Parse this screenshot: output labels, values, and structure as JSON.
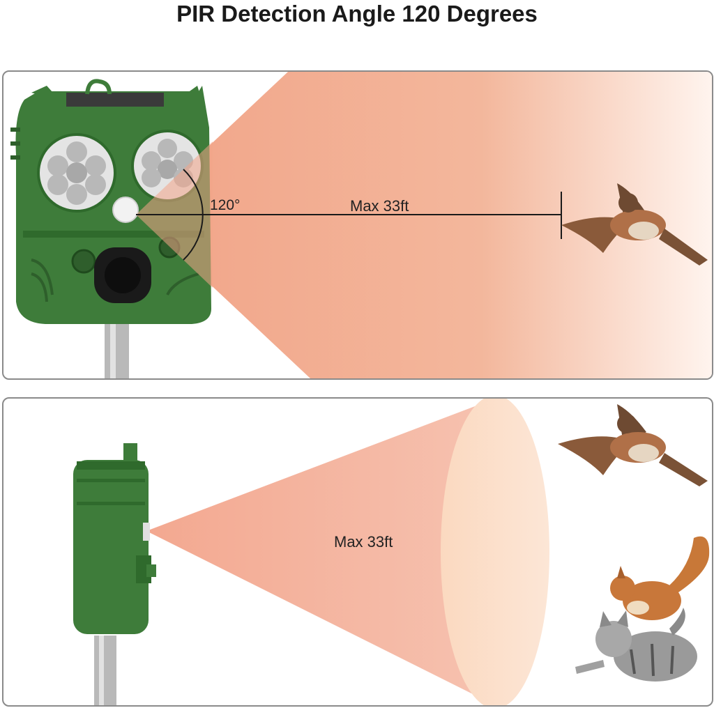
{
  "header": {
    "title": "PIR Detection Angle 120 Degrees"
  },
  "top_panel": {
    "angle_label": "120°",
    "distance_label": "Max 33ft"
  },
  "bottom_panel": {
    "distance_label": "Max 33ft"
  },
  "colors": {
    "device_green": "#3d7a3a",
    "beam": "#f0a888",
    "border": "#8a8a8a"
  }
}
